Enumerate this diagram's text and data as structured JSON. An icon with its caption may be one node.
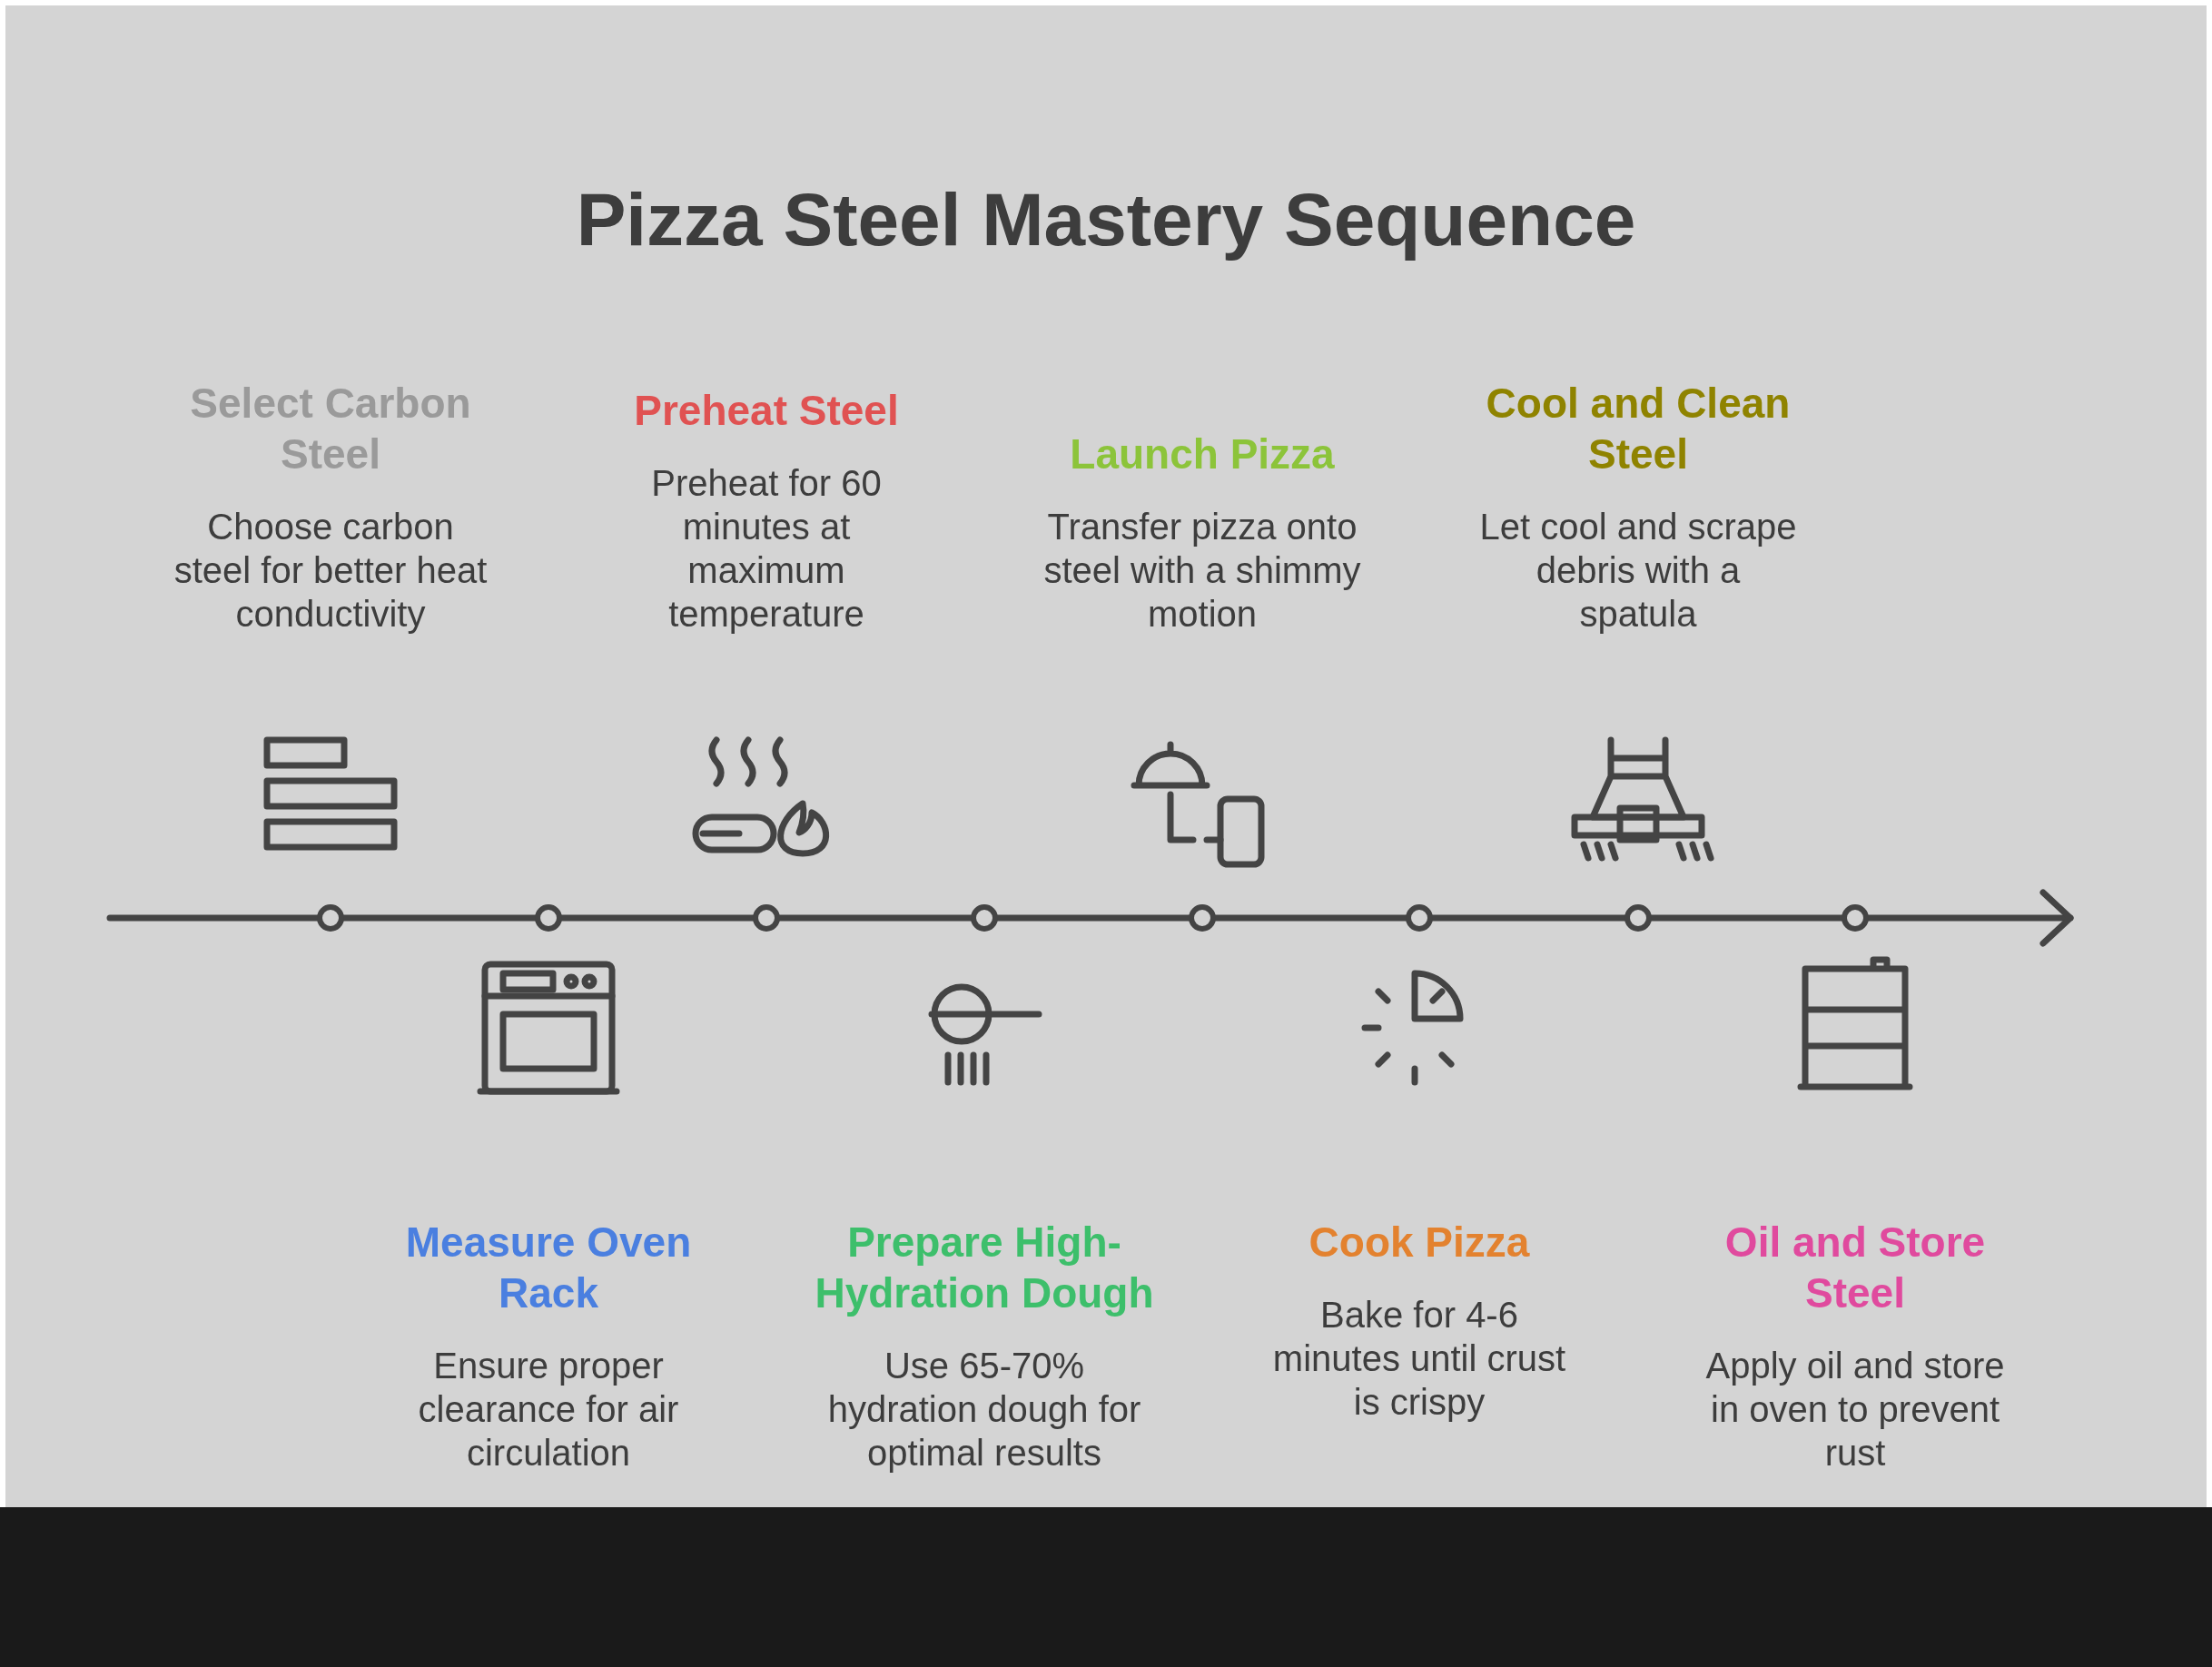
{
  "diagram": {
    "title": "Pizza Steel Mastery Sequence",
    "nodes": [
      {
        "text": [
          "Select Carbon Steel",
          "Choose carbon steel for better heat conductivity"
        ]
      },
      {
        "text": [
          "Measure Oven Rack",
          "Ensure proper clearance for air circulation"
        ]
      },
      {
        "text": [
          "Preheat Steel",
          "Preheat for 60 minutes at maximum temperature"
        ]
      },
      {
        "text": [
          "Prepare High-Hydration Dough",
          "Use 65-70% hydration dough for optimal results"
        ]
      },
      {
        "text": [
          "Launch Pizza",
          "Transfer pizza onto steel with a shimmy motion"
        ]
      },
      {
        "text": [
          "Cook Pizza",
          "Bake for 4-6 minutes until crust is crispy"
        ]
      },
      {
        "text": [
          "Cool and Clean Steel",
          "Let cool and scrape debris with a spatula"
        ]
      },
      {
        "text": [
          "Oil and Store Steel",
          "Apply oil and store in oven to prevent rust"
        ]
      }
    ]
  }
}
